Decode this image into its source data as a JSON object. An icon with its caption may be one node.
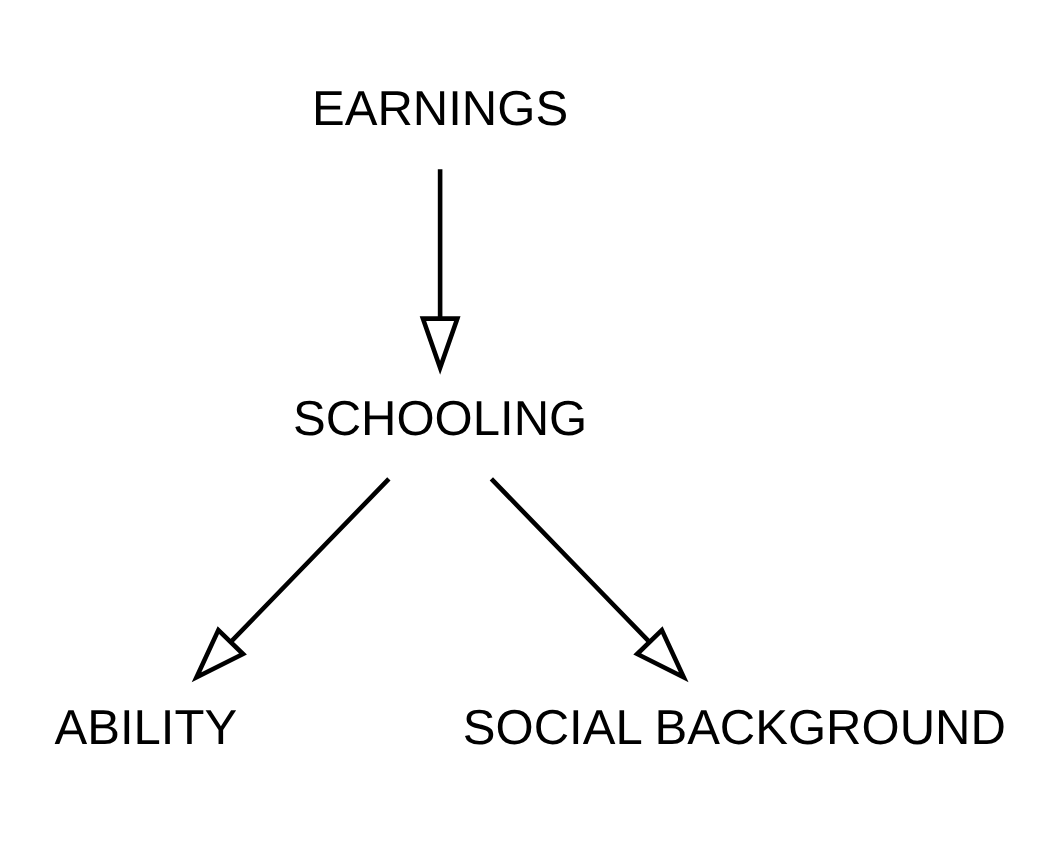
{
  "diagram": {
    "nodes": [
      {
        "text": [
          "EARNINGS"
        ]
      },
      {
        "text": [
          "SCHOOLING"
        ]
      },
      {
        "text": [
          "ABILITY"
        ]
      },
      {
        "text": [
          "SOCIAL BACKGROUND"
        ]
      }
    ],
    "edges": [
      {
        "from": 0,
        "to": 1,
        "arrow": "to"
      },
      {
        "from": 1,
        "to": 2,
        "arrow": "to"
      },
      {
        "from": 1,
        "to": 3,
        "arrow": "to"
      }
    ]
  }
}
